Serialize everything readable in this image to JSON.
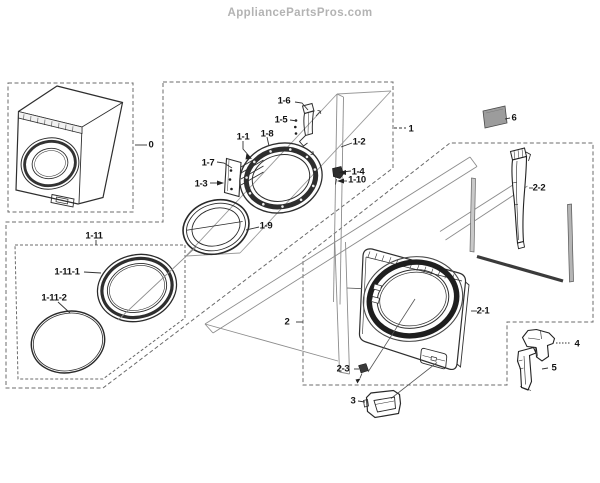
{
  "watermark": "AppliancePartsPros.com",
  "colors": {
    "background": "#ffffff",
    "part_line": "#2e2e2e",
    "thin_line": "#8c8c8c",
    "dashed_border": "#666666",
    "watermark_text": "#b3b3b3",
    "part6_fill": "#9c9c9c"
  },
  "callouts": [
    {
      "label": "0"
    },
    {
      "label": "1"
    },
    {
      "label": "1-1"
    },
    {
      "label": "1-2"
    },
    {
      "label": "1-3"
    },
    {
      "label": "1-4"
    },
    {
      "label": "1-5"
    },
    {
      "label": "1-6"
    },
    {
      "label": "1-7"
    },
    {
      "label": "1-8"
    },
    {
      "label": "1-9"
    },
    {
      "label": "1-10"
    },
    {
      "label": "1-11"
    },
    {
      "label": "1-11-1"
    },
    {
      "label": "1-11-2"
    },
    {
      "label": "2"
    },
    {
      "label": "2-1"
    },
    {
      "label": "2-2"
    },
    {
      "label": "2-3"
    },
    {
      "label": "3"
    },
    {
      "label": "4"
    },
    {
      "label": "5"
    },
    {
      "label": "6"
    }
  ]
}
